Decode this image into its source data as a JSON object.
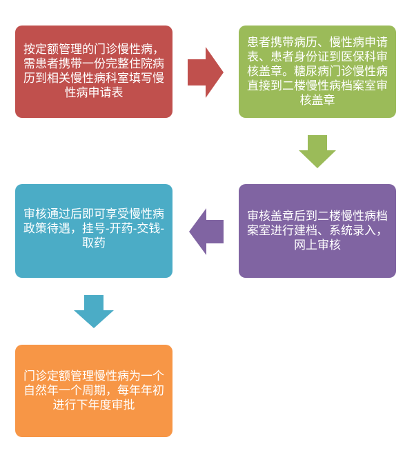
{
  "steps": [
    {
      "text": "按定额管理的门诊慢性病，需患者携带一份完整住院病历到相关慢性病科室填写慢性病申请表",
      "color": "#c0504d"
    },
    {
      "text": "患者携带病历、慢性病申请表、患者身份证到医保科审核盖章。糖尿病门诊慢性病直接到二楼慢性病档案室审核盖章",
      "color": "#9bbb59"
    },
    {
      "text": "审核盖章后到二楼慢性病档案室进行建档、系统录入，网上审核",
      "color": "#8064a2"
    },
    {
      "text": "审核通过后即可享受慢性病政策待遇，挂号-开药-交钱-取药",
      "color": "#4bacc6"
    },
    {
      "text": "门诊定额管理慢性病为一个自然年一个周期，每年年初进行下年度审批",
      "color": "#f79646"
    }
  ],
  "arrow_colors": {
    "step1_to_step2": "#c0504d",
    "step2_to_step3": "#9bbb59",
    "step3_to_step4": "#8064a2",
    "step4_to_step5": "#4bacc6"
  }
}
